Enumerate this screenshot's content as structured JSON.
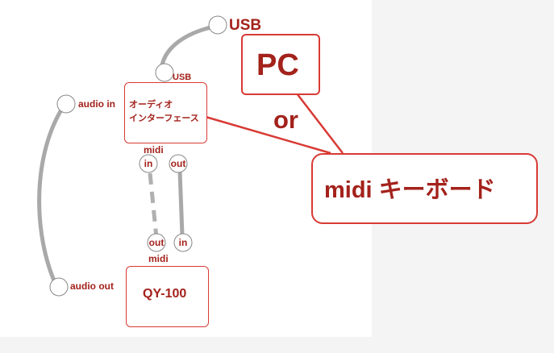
{
  "colors": {
    "accent_red": "#d83a34",
    "text_red": "#a3221b",
    "cable_gray": "#a9a9a9",
    "panel_gray": "#f4f4f4"
  },
  "pc": {
    "label": "PC",
    "usb_label": "USB"
  },
  "audio_interface": {
    "line1": "オーディオ",
    "line2": "インターフェース",
    "usb_label": "USB",
    "midi_label": "midi",
    "midi_in": "in",
    "midi_out": "out"
  },
  "connector": {
    "or_label": "or"
  },
  "midi_keyboard": {
    "label": "midi キーボード"
  },
  "qy100": {
    "label": "QY-100",
    "midi_label": "midi",
    "midi_out": "out",
    "midi_in": "in"
  },
  "audio": {
    "in_label": "audio in",
    "out_label": "audio out"
  }
}
